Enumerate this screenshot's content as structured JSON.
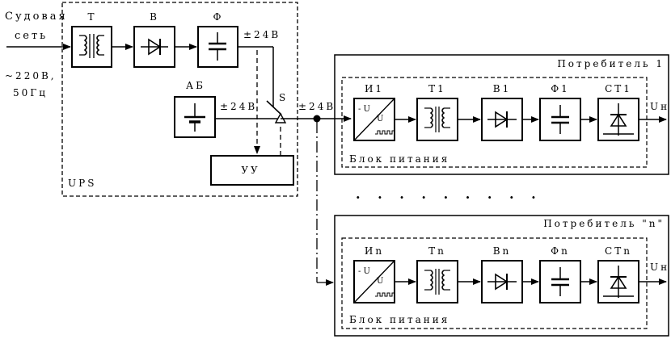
{
  "input": {
    "line1": "Судовая",
    "line2": "сеть",
    "voltage1": "~220В,",
    "voltage2": "50Гц"
  },
  "ups": {
    "label": "UPS",
    "transformer": "Т",
    "rectifier": "В",
    "filter": "Ф",
    "battery": "АБ",
    "control": "УУ",
    "switch": "S",
    "v_out": "±24В",
    "v_bat": "±24В",
    "v_bus": "±24В"
  },
  "consumer1": {
    "title": "Потребитель 1",
    "supply_label": "Блок питания",
    "blocks": [
      "И1",
      "Т1",
      "В1",
      "Ф1",
      "СТ1"
    ],
    "output": "Uн"
  },
  "consumerN": {
    "title": "Потребитель \"n\"",
    "supply_label": "Блок питания",
    "blocks": [
      "Иn",
      "Тn",
      "Вn",
      "Фn",
      "СТn"
    ],
    "output": "Uн"
  },
  "dots": ". . . . . . . . ."
}
